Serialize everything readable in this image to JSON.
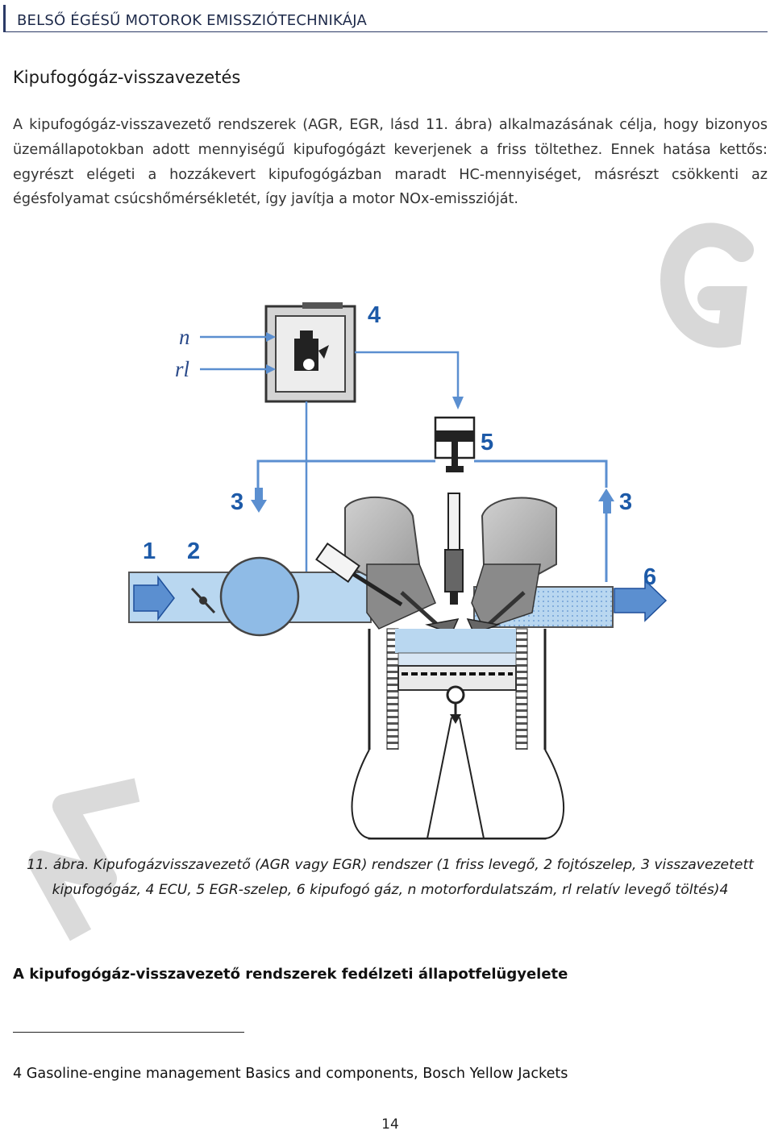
{
  "header": {
    "title": "BELSŐ ÉGÉSŰ MOTOROK EMISSZIÓTECHNIKÁJA"
  },
  "section": {
    "title": "Kipufogógáz-visszavezetés",
    "paragraph": "A kipufogógáz-visszavezető rendszerek (AGR, EGR, lásd 11. ábra) alkalmazásának célja, hogy bizonyos üzemállapotokban adott mennyiségű kipufogógázt keverjenek a friss töltethez. Ennek hatása kettős: egyrészt elégeti a hozzákevert kipufogógázban maradt HC-mennyiséget, másrészt csökkenti az égésfolyamat csúcshőmérsékletét, így javítja a motor NOx-emisszióját."
  },
  "figure": {
    "labels": {
      "n": "n",
      "rl": "rl",
      "l1": "1",
      "l2": "2",
      "l3a": "3",
      "l3b": "3",
      "l4": "4",
      "l5": "5",
      "l6": "6"
    },
    "caption": "11. ábra. Kipufogázvisszavezető (AGR vagy EGR) rendszer (1 friss levegő, 2 fojtószelep, 3 visszavezetett kipufogógáz, 4 ECU, 5 EGR-szelep, 6 kipufogó gáz, n motorfordulatszám, rl relatív levegő töltés)4"
  },
  "subheading": "A kipufogógáz-visszavezető rendszerek fedélzeti állapotfelügyelete",
  "footnote": "4 Gasoline-engine management Basics and components, Bosch Yellow Jackets",
  "page_number": "14",
  "colors": {
    "accent": "#1e2a4a",
    "diagram_blue": "#5b8fd0",
    "light_blue": "#b9d7f0",
    "gas_blue": "#3a7bd5"
  }
}
